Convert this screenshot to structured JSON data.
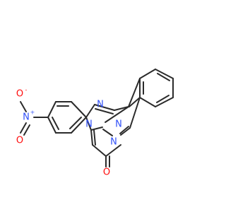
{
  "molecule": {
    "atoms": {
      "nitro_o_top": {
        "symbol": "O",
        "charge": "-",
        "color": "#ff0d0d"
      },
      "nitro_n": {
        "symbol": "N",
        "charge": "+",
        "color": "#3050f8"
      },
      "nitro_o_bottom": {
        "symbol": "O",
        "color": "#ff0d0d"
      },
      "triazole_n1": {
        "symbol": "N",
        "color": "#3050f8"
      },
      "triazole_n2": {
        "symbol": "N",
        "color": "#3050f8"
      },
      "triazole_n4": {
        "symbol": "N",
        "color": "#3050f8"
      },
      "pyridazine_n": {
        "symbol": "N",
        "color": "#3050f8"
      },
      "carbonyl_o": {
        "symbol": "O",
        "color": "#ff0d0d"
      }
    },
    "bond_color": "#2b2b2b"
  }
}
